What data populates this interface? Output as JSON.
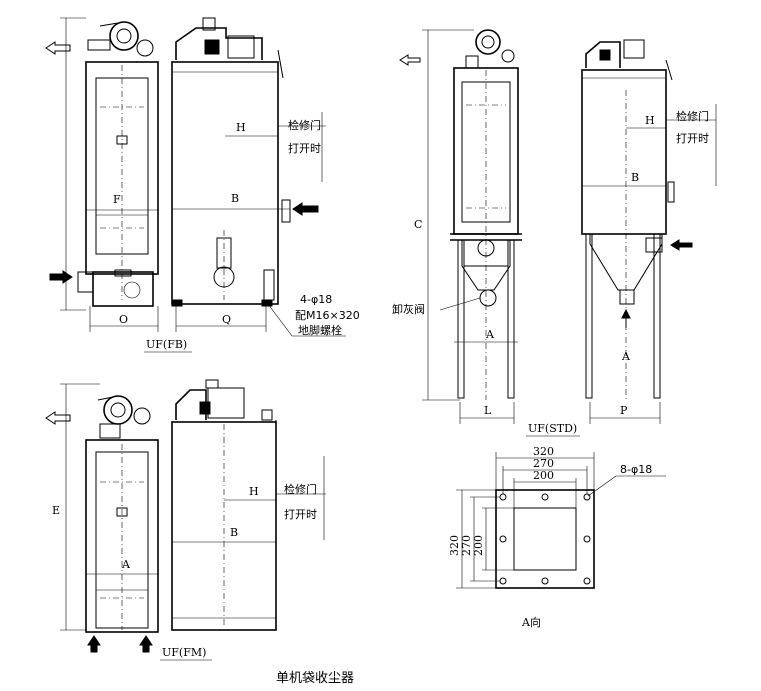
{
  "diagram": {
    "title": "单机袋收尘器",
    "views": {
      "fb": {
        "caption": "UF(FB)",
        "dims": {
          "H": "H",
          "B": "B",
          "F": "F",
          "O": "O",
          "Q": "Q"
        },
        "notes": {
          "door_line1": "检修门",
          "door_line2": "打开时",
          "bolt_line1": "4-φ18",
          "bolt_line2": "配M16×320",
          "bolt_line3": "地脚螺栓"
        }
      },
      "std": {
        "caption": "UF(STD)",
        "dims": {
          "C": "C",
          "A1": "A",
          "A2": "A",
          "L": "L",
          "P": "P",
          "H": "H",
          "B": "B"
        },
        "notes": {
          "valve": "卸灰阀",
          "door_line1": "检修门",
          "door_line2": "打开时"
        }
      },
      "fm": {
        "caption": "UF(FM)",
        "dims": {
          "E": "E",
          "A": "A",
          "H": "H",
          "B": "B"
        },
        "notes": {
          "door_line1": "检修门",
          "door_line2": "打开时"
        }
      },
      "flange": {
        "caption": "A向",
        "dims": {
          "top1": "320",
          "top2": "270",
          "top3": "200",
          "side1": "320",
          "side2": "270",
          "side3": "200"
        },
        "holes": "8-φ18"
      }
    }
  }
}
